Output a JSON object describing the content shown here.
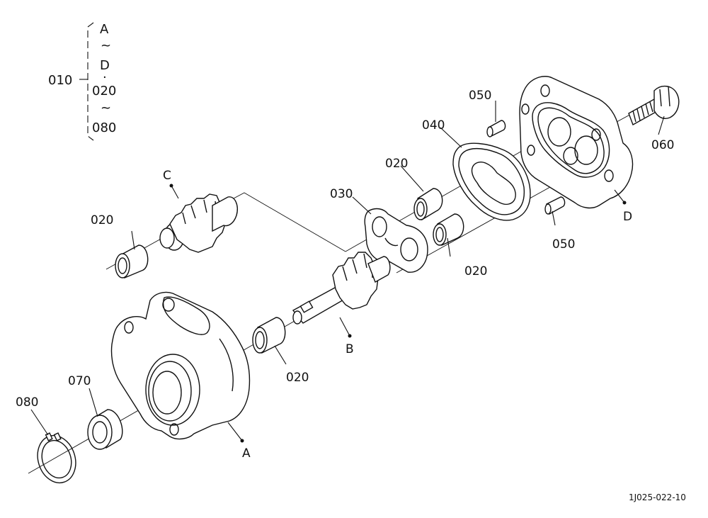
{
  "diagram": {
    "assembly_label": "010",
    "group_items": [
      "A",
      "~",
      "D",
      "·",
      "020",
      "~",
      "080"
    ],
    "labels": {
      "c": "C",
      "b": "B",
      "a": "A",
      "d": "D",
      "p020_left": "020",
      "p020_mid_upper": "020",
      "p020_mid_lower": "020",
      "p020_lower": "020",
      "p030": "030",
      "p040": "040",
      "p050_top": "050",
      "p050_bottom": "050",
      "p060": "060",
      "p070": "070",
      "p080": "080"
    },
    "drawing_code": "1J025-022-10"
  }
}
